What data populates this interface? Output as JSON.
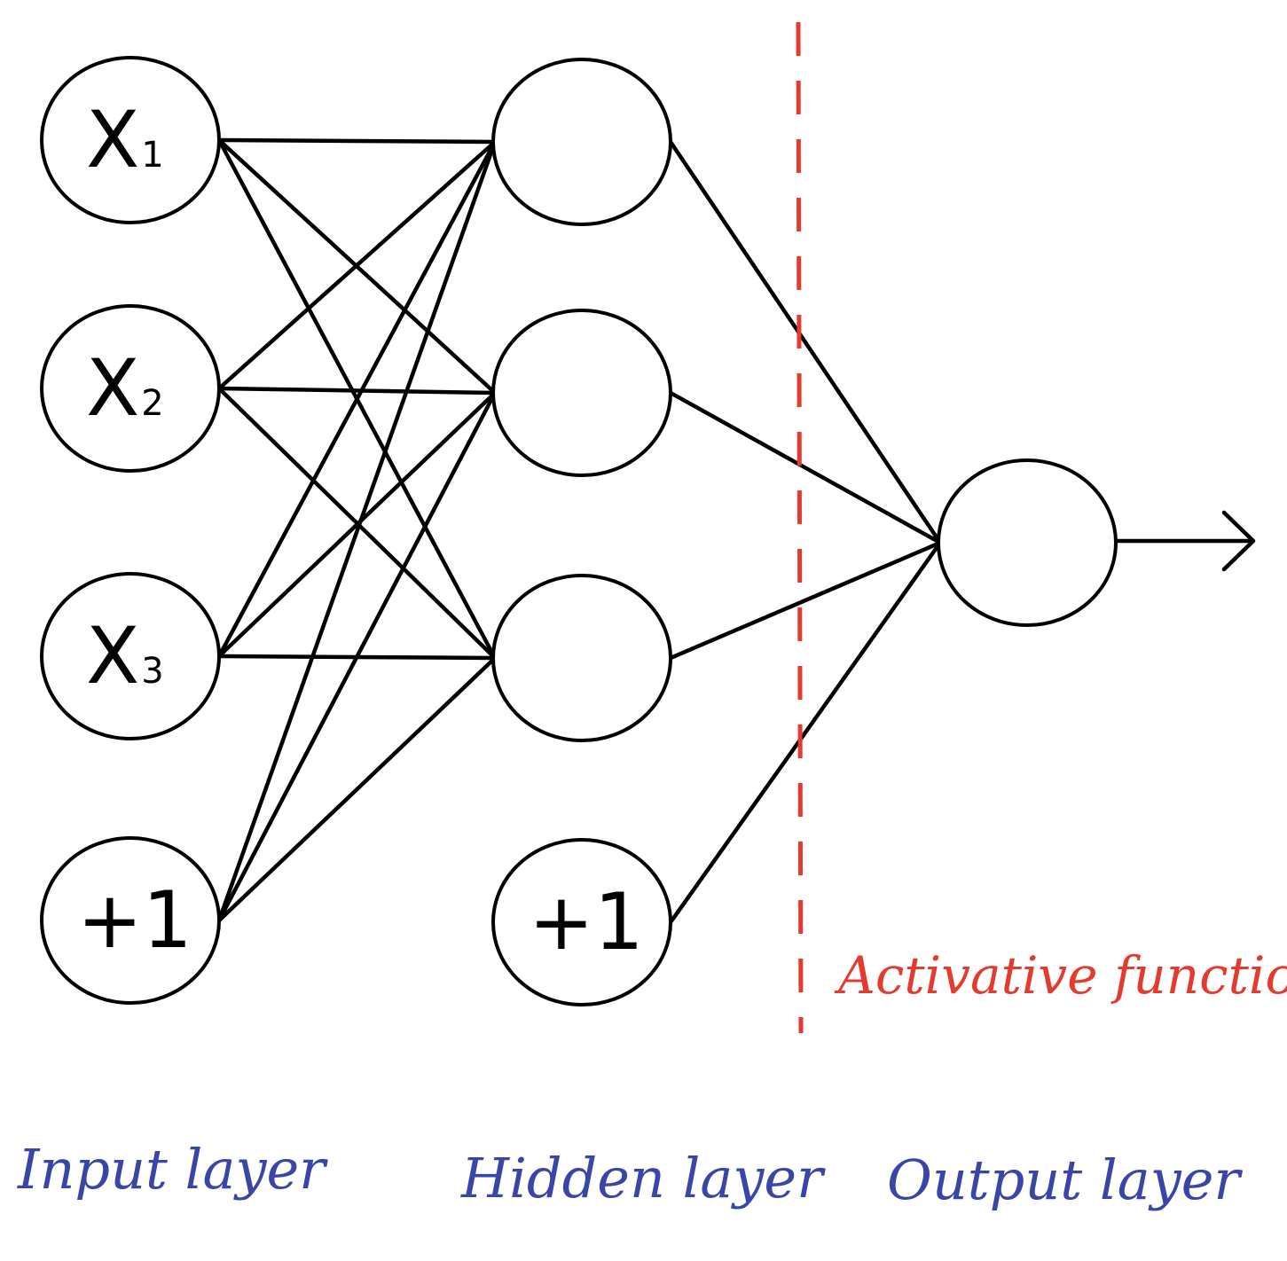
{
  "colors": {
    "ink": "#000000",
    "layer_label": "#3a45a8",
    "activation_annotation": "#e53a2e"
  },
  "input_layer": {
    "label": "Input layer",
    "nodes": [
      {
        "id": "x1",
        "main": "X",
        "sub": "1"
      },
      {
        "id": "x2",
        "main": "X",
        "sub": "2"
      },
      {
        "id": "x3",
        "main": "X",
        "sub": "3"
      },
      {
        "id": "b1",
        "main": "+1",
        "sub": ""
      }
    ]
  },
  "hidden_layer": {
    "label": "Hidden layer",
    "nodes": [
      {
        "id": "h1",
        "main": "",
        "sub": ""
      },
      {
        "id": "h2",
        "main": "",
        "sub": ""
      },
      {
        "id": "h3",
        "main": "",
        "sub": ""
      },
      {
        "id": "b2",
        "main": "+1",
        "sub": ""
      }
    ]
  },
  "output_layer": {
    "label": "Output layer",
    "nodes": [
      {
        "id": "o1",
        "main": "",
        "sub": ""
      }
    ]
  },
  "annotation": {
    "activation_label": "Activative function"
  },
  "edges": [
    [
      "x1",
      "h1"
    ],
    [
      "x1",
      "h2"
    ],
    [
      "x1",
      "h3"
    ],
    [
      "x2",
      "h1"
    ],
    [
      "x2",
      "h2"
    ],
    [
      "x2",
      "h3"
    ],
    [
      "x3",
      "h1"
    ],
    [
      "x3",
      "h2"
    ],
    [
      "x3",
      "h3"
    ],
    [
      "b1",
      "h1"
    ],
    [
      "b1",
      "h2"
    ],
    [
      "b1",
      "h3"
    ],
    [
      "h1",
      "o1"
    ],
    [
      "h2",
      "o1"
    ],
    [
      "h3",
      "o1"
    ],
    [
      "b2",
      "o1"
    ]
  ]
}
